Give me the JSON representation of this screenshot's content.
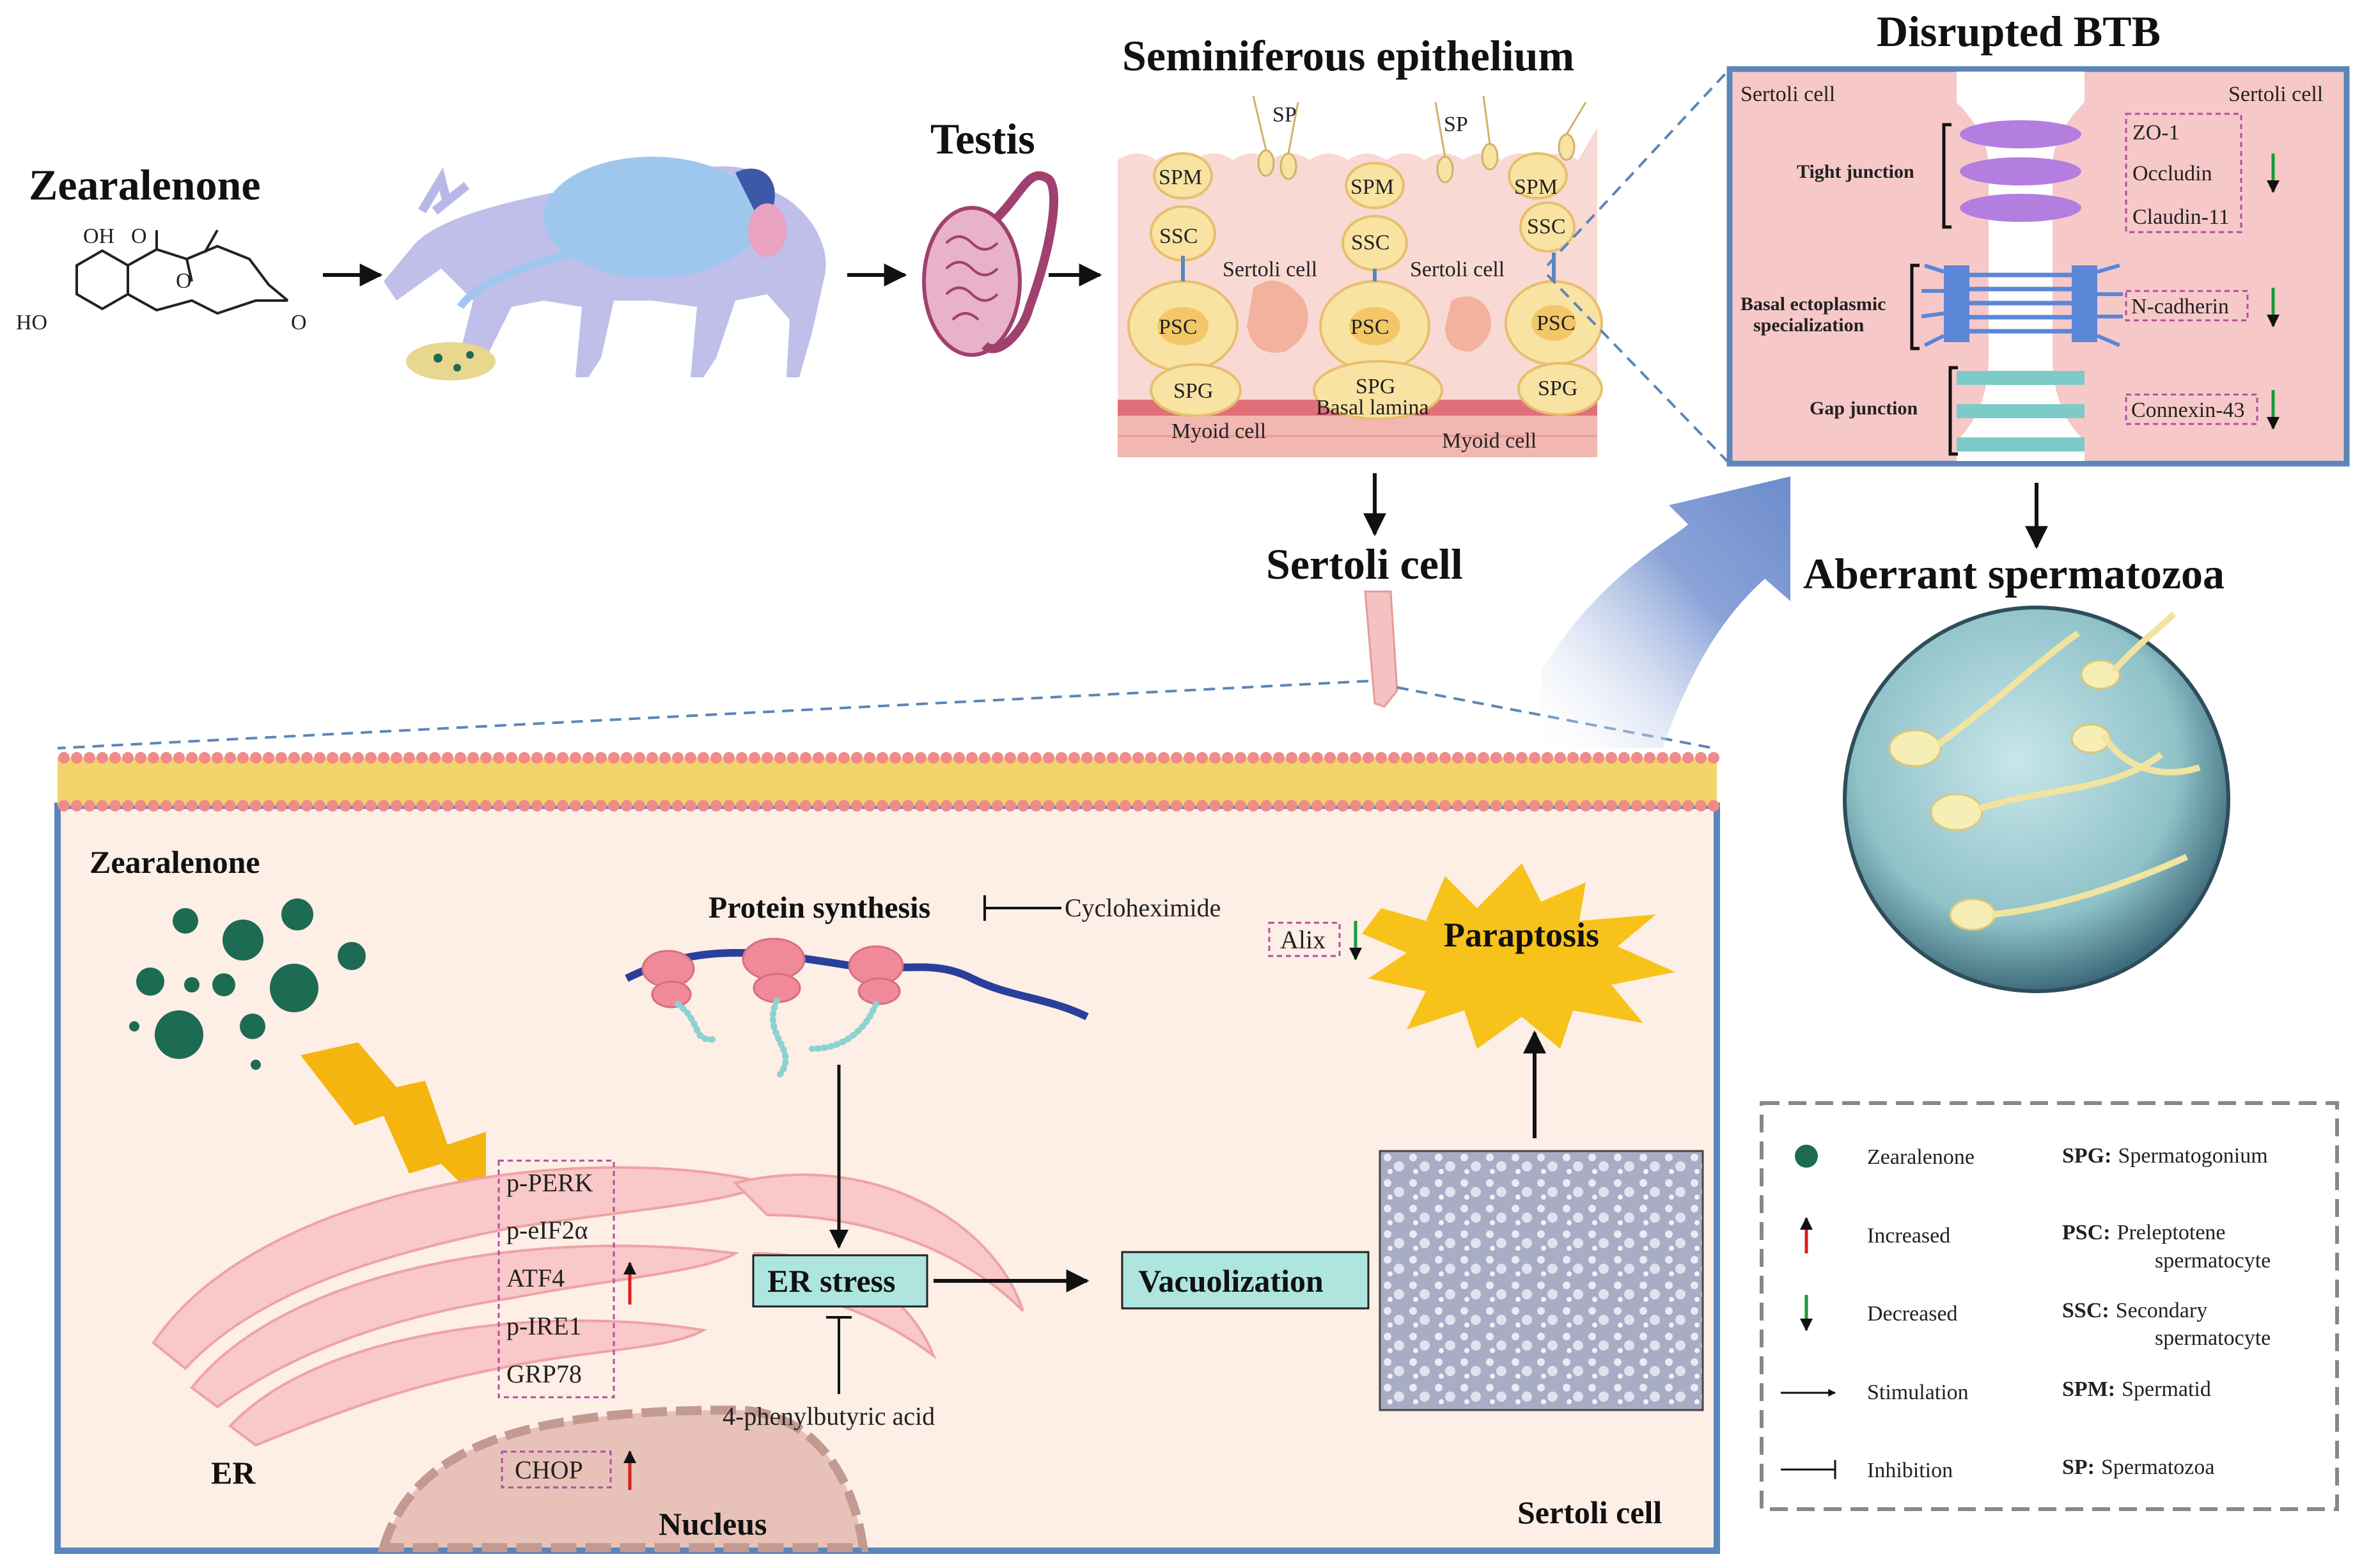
{
  "colors": {
    "pink_cell": "#f6c6c6",
    "cell_cream": "#f8e3a3",
    "cell_cream_inner": "#f3c768",
    "membrane_head": "#ef8b8b",
    "membrane_tail": "#f2cd52",
    "frame_blue": "#5b86b9",
    "zea_green": "#1c6b52",
    "box_teal": "#aee6df",
    "dash_purple": "#b14fa0",
    "up_red": "#d62020",
    "down_green": "#1a9a3c",
    "burst_yellow": "#f7c21a",
    "bg_panel": "#fdeee6"
  },
  "top": {
    "zea_title": "Zearalenone",
    "chem_labels": [
      "OH",
      "O",
      "O",
      "HO",
      "O"
    ],
    "testis_title": "Testis",
    "epithelium_title": "Seminiferous epithelium",
    "sertoli_title": "Sertoli cell",
    "btb_title": "Disrupted BTB",
    "aberrant_title": "Aberrant spermatozoa"
  },
  "epithelium": {
    "sp_labels": [
      "SP",
      "SP"
    ],
    "spm_labels": [
      "SPM",
      "SPM",
      "SPM"
    ],
    "ssc_labels": [
      "SSC",
      "SSC",
      "SSC"
    ],
    "sertoli_labels": [
      "Sertoli cell",
      "Sertoli cell"
    ],
    "psc_labels": [
      "PSC",
      "PSC",
      "PSC"
    ],
    "spg_labels": [
      "SPG",
      "SPG",
      "SPG"
    ],
    "basal_lamina": "Basal lamina",
    "myoid_labels": [
      "Myoid cell",
      "Myoid cell"
    ]
  },
  "btb": {
    "sertoli_left": "Sertoli cell",
    "sertoli_right": "Sertoli cell",
    "tight_junction": "Tight junction",
    "basal_es_line1": "Basal ectoplasmic",
    "basal_es_line2": "specialization",
    "gap_junction": "Gap junction",
    "tight_markers": [
      "ZO-1",
      "Occludin",
      "Claudin-11"
    ],
    "es_marker": "N-cadherin",
    "gap_marker": "Connexin-43"
  },
  "cell": {
    "zea_label": "Zearalenone",
    "protein_synthesis": "Protein synthesis",
    "cycloheximide": "Cycloheximide",
    "alix": "Alix",
    "paraptosis": "Paraptosis",
    "er_markers": [
      "p-PERK",
      "p-eIF2α",
      "ATF4",
      "p-IRE1",
      "GRP78"
    ],
    "er_stress": "ER stress",
    "vacuolization": "Vacuolization",
    "pba": "4-phenylbutyric acid",
    "chop": "CHOP",
    "er_label": "ER",
    "nucleus": "Nucleus",
    "sertoli_cell": "Sertoli cell"
  },
  "legend": {
    "items": [
      "Zearalenone",
      "Increased",
      "Decreased",
      "Stimulation",
      "Inhibition"
    ],
    "abbr": [
      {
        "key": "SPG:",
        "l1": "Spermatogonium",
        "l2": ""
      },
      {
        "key": "PSC:",
        "l1": "Preleptotene",
        "l2": "spermatocyte"
      },
      {
        "key": "SSC:",
        "l1": "Secondary",
        "l2": "spermatocyte"
      },
      {
        "key": "SPM:",
        "l1": "Spermatid",
        "l2": ""
      },
      {
        "key": "SP:",
        "l1": "Spermatozoa",
        "l2": ""
      }
    ]
  }
}
